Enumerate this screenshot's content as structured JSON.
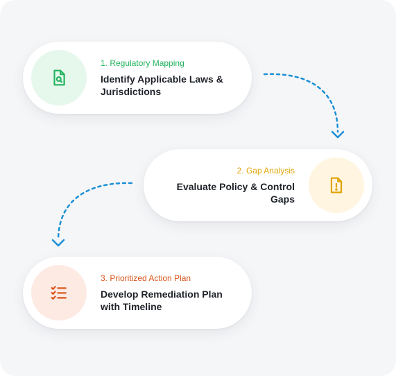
{
  "colors": {
    "step1_accent": "#22b35e",
    "step1_bg": "#e6f7ec",
    "step2_accent": "#e0a300",
    "step2_bg": "#fff5e0",
    "step3_accent": "#d9541a",
    "step3_bg": "#fdeae3",
    "connector": "#1b8fd6"
  },
  "steps": [
    {
      "label": "1. Regulatory Mapping",
      "title_line1": "Identify Applicable Laws &",
      "title_line2": "Jurisdictions",
      "icon": "document-search-icon"
    },
    {
      "label": "2. Gap Analysis",
      "title_line1": "Evaluate Policy & Control",
      "title_line2": "Gaps",
      "icon": "document-alert-icon"
    },
    {
      "label": "3. Prioritized Action Plan",
      "title_line1": "Develop Remediation Plan",
      "title_line2": "with Timeline",
      "icon": "checklist-icon"
    }
  ]
}
